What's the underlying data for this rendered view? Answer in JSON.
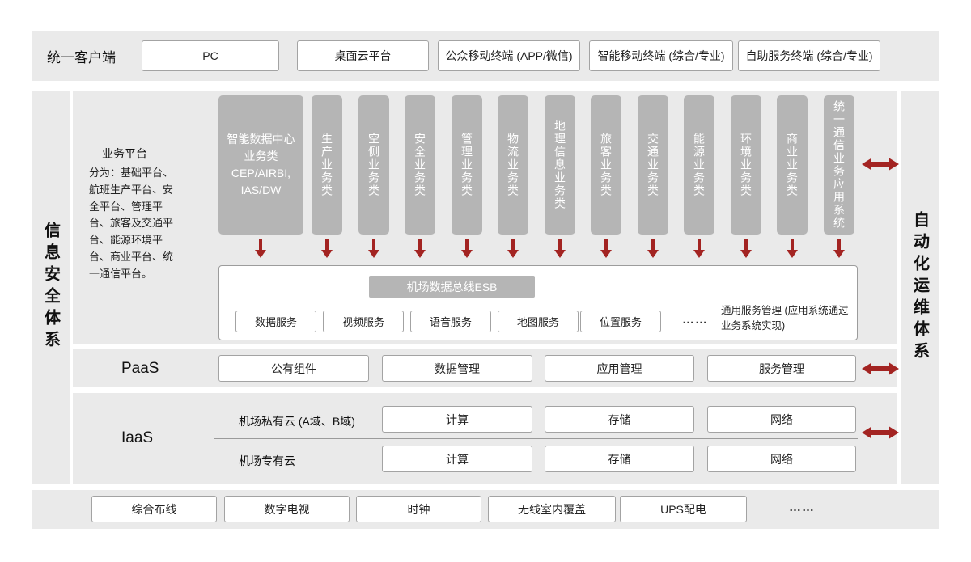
{
  "colors": {
    "panel_gray": "#eaeaea",
    "column_gray": "#b5b5b5",
    "box_border": "#a3a3a3",
    "arrow_red": "#a32422",
    "text": "#1f1f1f"
  },
  "top_band": {
    "label": "统一客户端",
    "items": [
      "PC",
      "桌面云平台",
      "公众移动终端 (APP/微信)",
      "智能移动终端 (综合/专业)",
      "自助服务终端 (综合/专业)"
    ]
  },
  "left_bar": {
    "label": "信息安全体系"
  },
  "right_bar": {
    "label": "自动化运维体系"
  },
  "business": {
    "title": "业务平台",
    "description": "分为：基础平台、航班生产平台、安全平台、管理平台、旅客及交通平台、能源环境平台、商业平台、统一通信平台。",
    "wide_column": "智能数据中心业务类 CEP/AIRBI, IAS/DW",
    "columns": [
      "生产业务类",
      "空侧业务类",
      "安全业务类",
      "管理业务类",
      "物流业务类",
      "地理信息业务类",
      "旅客业务类",
      "交通业务类",
      "能源业务类",
      "环境业务类",
      "商业业务类",
      "统一通信业务应用系统"
    ],
    "esb": {
      "title": "机场数据总线ESB",
      "services": [
        "数据服务",
        "视频服务",
        "语音服务",
        "地图服务",
        "位置服务"
      ],
      "ellipsis": "……",
      "note": "通用服务管理 (应用系统通过业务系统实现)"
    }
  },
  "paas": {
    "label": "PaaS",
    "items": [
      "公有组件",
      "数据管理",
      "应用管理",
      "服务管理"
    ]
  },
  "iaas": {
    "label": "IaaS",
    "rows": [
      {
        "label": "机场私有云 (A域、B域)",
        "items": [
          "计算",
          "存储",
          "网络"
        ]
      },
      {
        "label": "机场专有云",
        "items": [
          "计算",
          "存储",
          "网络"
        ]
      }
    ]
  },
  "bottom_band": {
    "items": [
      "综合布线",
      "数字电视",
      "时钟",
      "无线室内覆盖",
      "UPS配电"
    ],
    "ellipsis": "……"
  }
}
